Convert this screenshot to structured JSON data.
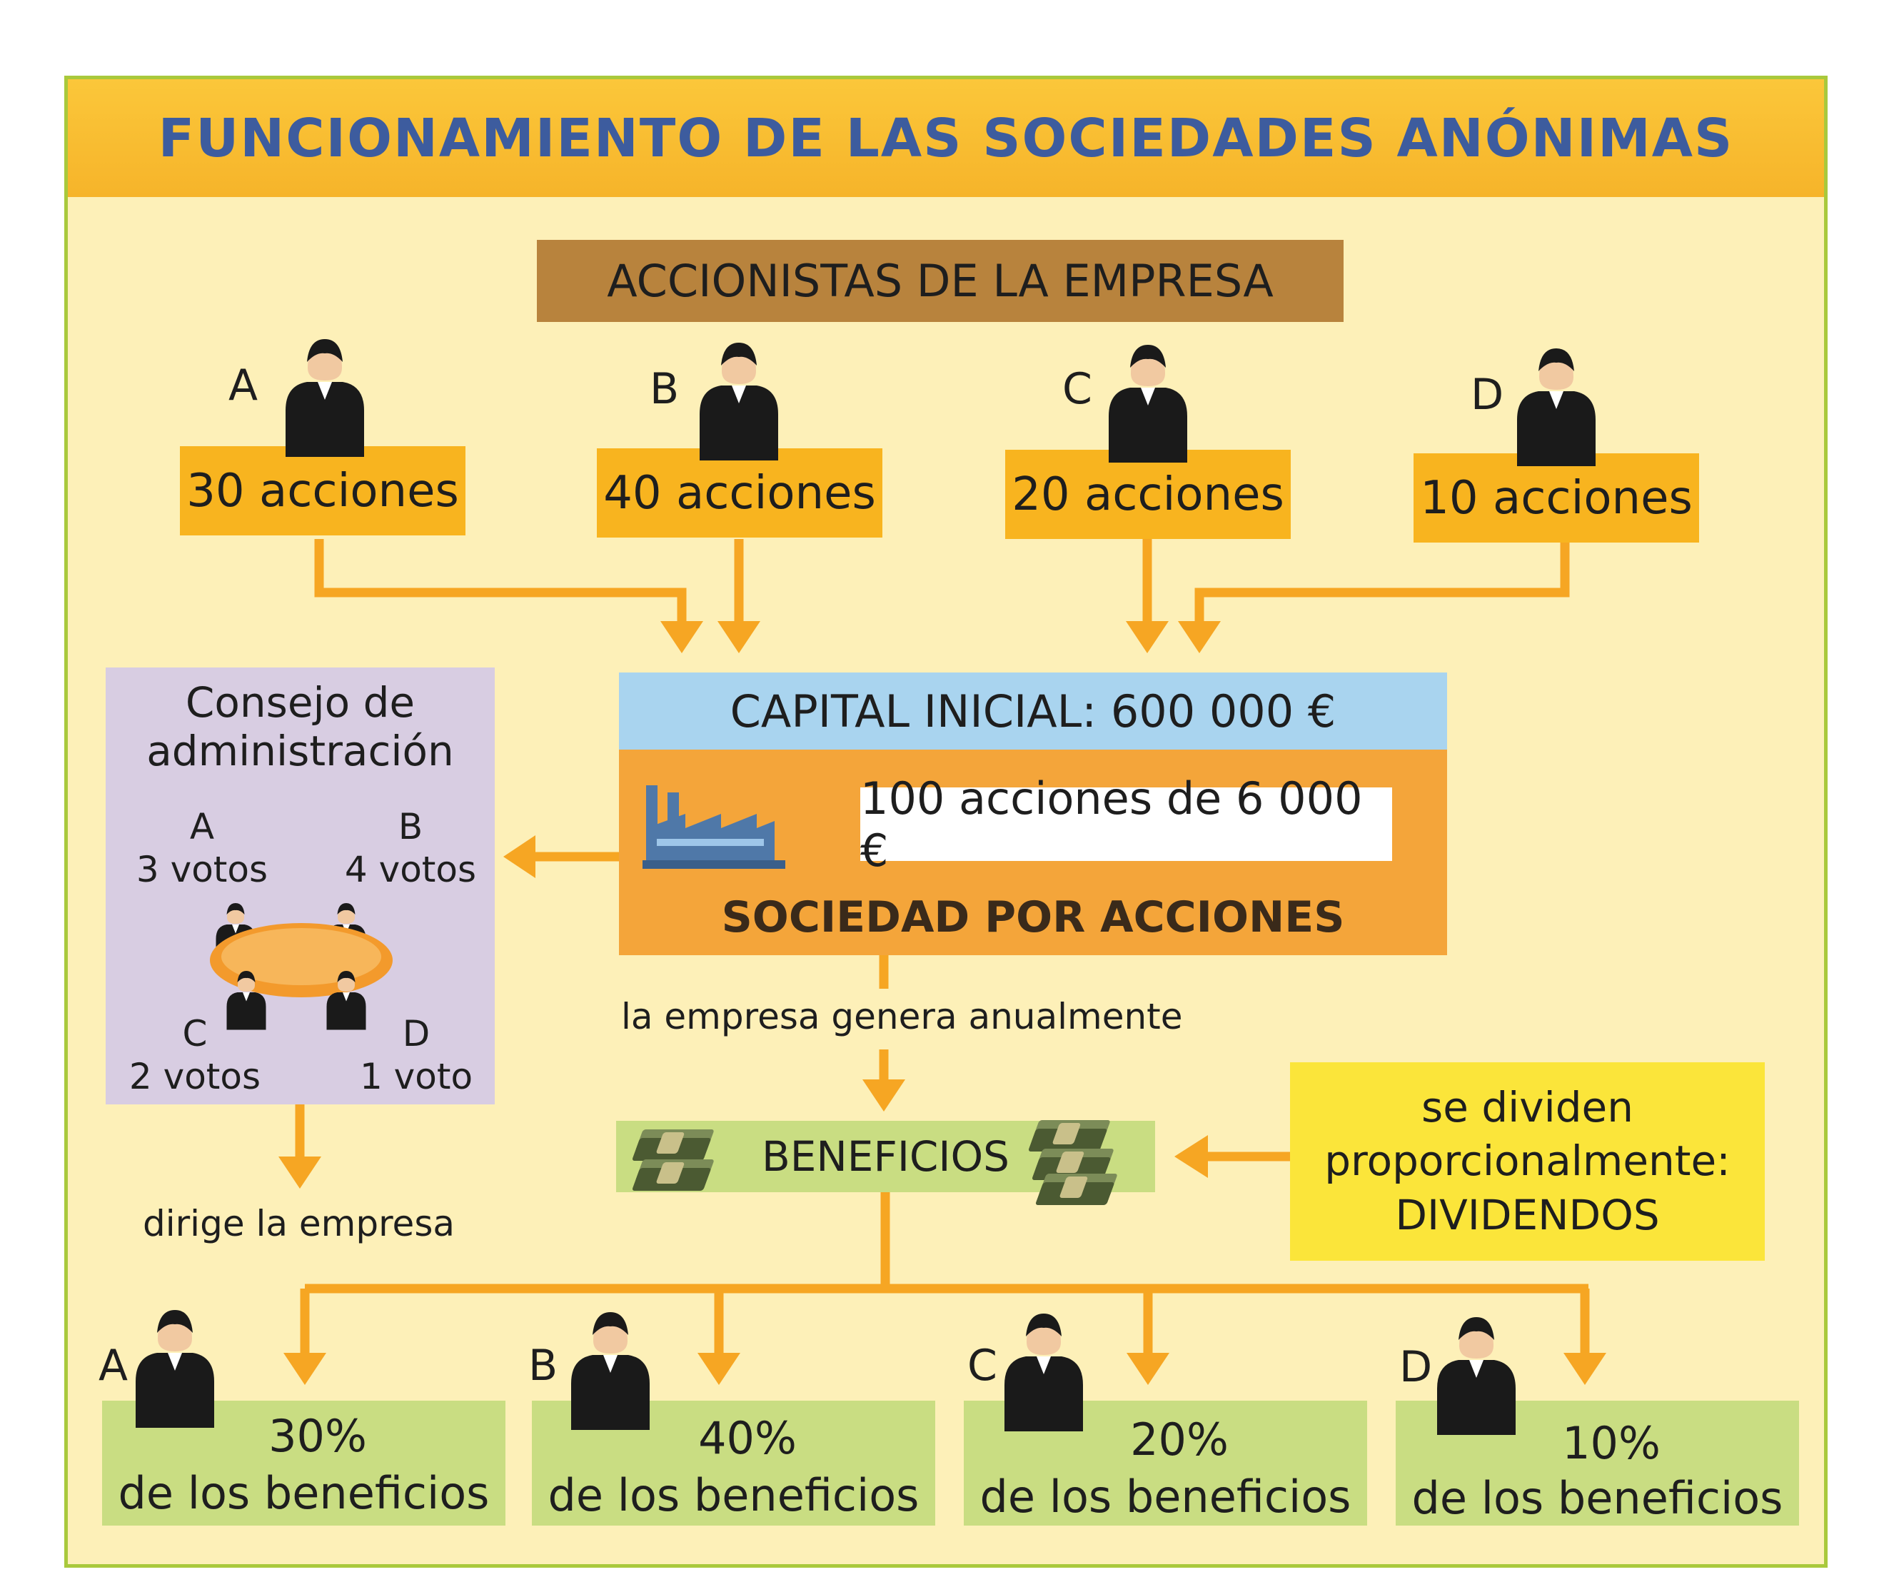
{
  "title": "FUNCIONAMIENTO DE LAS SOCIEDADES ANÓNIMAS",
  "accionistas_label": "ACCIONISTAS DE LA EMPRESA",
  "shareholders": [
    {
      "letter": "A",
      "shares": "30 acciones"
    },
    {
      "letter": "B",
      "shares": "40 acciones"
    },
    {
      "letter": "C",
      "shares": "20 acciones"
    },
    {
      "letter": "D",
      "shares": "10 acciones"
    }
  ],
  "capital_label": "CAPITAL INICIAL: 600 000 €",
  "acciones_total": "100 acciones de 6 000 €",
  "sociedad_label": "SOCIEDAD POR ACCIONES",
  "consejo": {
    "title_line1": "Consejo de",
    "title_line2": "administración",
    "votes": [
      {
        "letter": "A",
        "votes": "3 votos"
      },
      {
        "letter": "B",
        "votes": "4 votos"
      },
      {
        "letter": "C",
        "votes": "2 votos"
      },
      {
        "letter": "D",
        "votes": "1 voto"
      }
    ]
  },
  "dirige_label": "dirige la empresa",
  "genera_label": "la empresa genera anualmente",
  "beneficios_label": "BENEFICIOS",
  "dividen": {
    "line1": "se dividen",
    "line2": "proporcionalmente:",
    "line3": "DIVIDENDOS"
  },
  "dividends": [
    {
      "letter": "A",
      "pct": "30%",
      "text": "de los beneficios"
    },
    {
      "letter": "B",
      "pct": "40%",
      "text": "de los beneficios"
    },
    {
      "letter": "C",
      "pct": "20%",
      "text": "de los beneficios"
    },
    {
      "letter": "D",
      "pct": "10%",
      "text": "de los beneficios"
    }
  ],
  "colors": {
    "arrow": "#f6a623",
    "title_text": "#3d5c9e",
    "person": "#1a1a1a"
  }
}
